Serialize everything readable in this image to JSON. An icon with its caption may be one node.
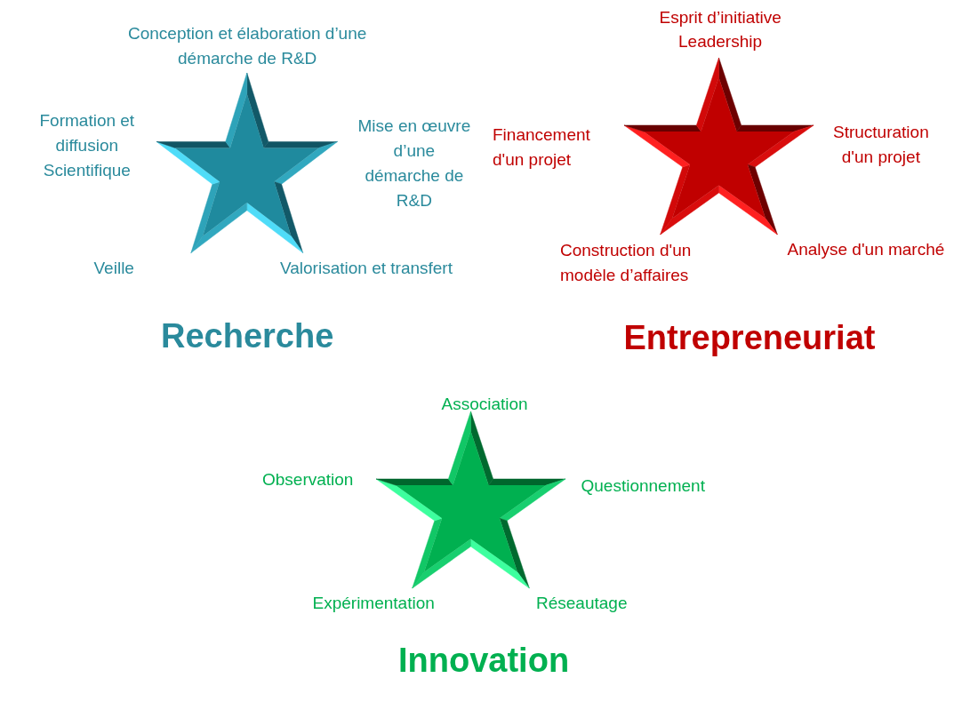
{
  "diagram": {
    "nodes": [
      {
        "text": [
          "Recherche"
        ],
        "beside": [
          "Conception et élaboration d’une démarche de R&D",
          "Formation et diffusion Scientifique",
          "Mise en œuvre d’une démarche de R&D",
          "Veille",
          "Valorisation et transfert"
        ]
      },
      {
        "text": [
          "Entrepreneuriat"
        ],
        "beside": [
          "Esprit d’initiative",
          "Leadership",
          "Financement d'un projet",
          "Structuration d'un projet",
          "Construction d'un modèle d’affaires",
          "Analyse d'un marché"
        ]
      },
      {
        "text": [
          "Innovation"
        ],
        "beside": [
          "Association",
          "Observation",
          "Questionnement",
          "Expérimentation",
          "Réseautage"
        ]
      }
    ]
  }
}
